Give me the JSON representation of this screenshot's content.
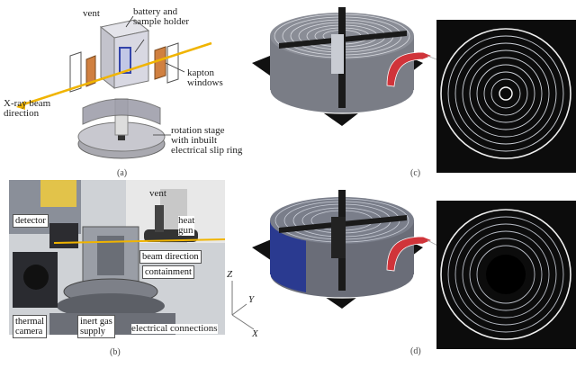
{
  "panel_a": {
    "vent": "vent",
    "battery_holder": "battery and\nsample holder",
    "kapton": "kapton\nwindows",
    "xray": "X-ray beam\ndirection",
    "rotation": "rotation stage\nwith inbuilt\nelectrical slip ring",
    "caption": "(a)"
  },
  "panel_b": {
    "vent": "vent",
    "detector": "detector",
    "heat_gun": "heat\ngun",
    "beam_direction": "beam direction",
    "containment": "containment",
    "thermal_camera": "thermal\ncamera",
    "inert_gas": "inert gas\nsupply",
    "electrical": "electrical connections",
    "axis_z": "Z",
    "axis_y": "Y",
    "axis_x": "X",
    "caption": "(b)"
  },
  "panel_c": {
    "caption": "(c)"
  },
  "panel_d": {
    "caption": "(d)"
  },
  "colors": {
    "beam": "#f0b400",
    "red_arrow": "#d0343a",
    "blue_cell": "#2a3a90"
  }
}
